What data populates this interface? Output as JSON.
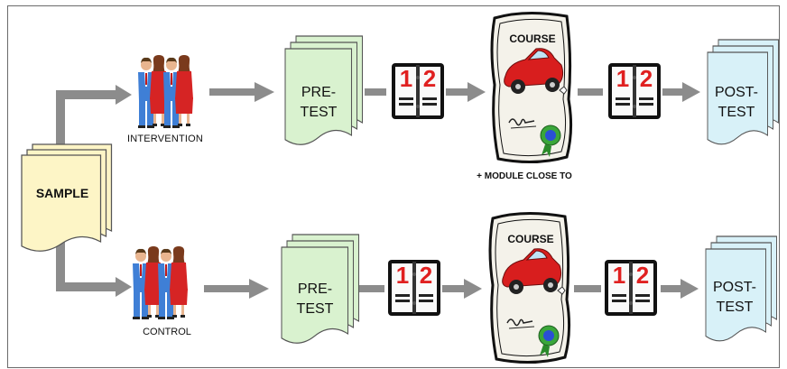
{
  "sample": {
    "label": "SAMPLE"
  },
  "groups": {
    "intervention": {
      "label": "INTERVENTION"
    },
    "control": {
      "label": "CONTROL"
    }
  },
  "pretest": {
    "line1": "PRE-",
    "line2": "TEST"
  },
  "posttest": {
    "line1": "POST-",
    "line2": "TEST"
  },
  "book": {
    "left_digit": "1",
    "right_digit": "2"
  },
  "course": {
    "title": "COURSE"
  },
  "annotation": {
    "module_note": "+ MODULE CLOSE TO"
  },
  "colors": {
    "sample_fill": "#fdf5c6",
    "pretest_fill": "#d9f2cf",
    "posttest_fill": "#d8f1f8",
    "arrow": "#8c8c8c",
    "car": "#d81e1e",
    "book_digits": "#e02020"
  }
}
